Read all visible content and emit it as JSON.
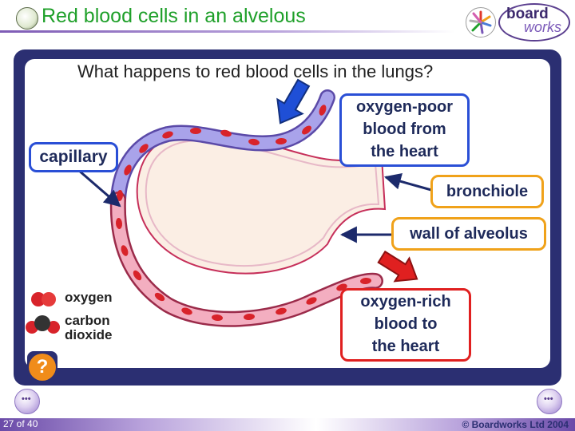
{
  "header": {
    "title": "Red blood cells in an alvelous",
    "logo_word_top": "board",
    "logo_word_bottom": "works"
  },
  "question": "What happens to red blood cells in the lungs?",
  "labels": {
    "capillary": "capillary",
    "oxygen_poor": [
      "oxygen-poor",
      "blood from",
      "the heart"
    ],
    "bronchiole": "bronchiole",
    "wall": "wall of alveolus",
    "oxygen_rich": [
      "oxygen-rich",
      "blood to",
      "the heart"
    ]
  },
  "legend": {
    "oxygen": "oxygen",
    "carbon_dioxide": [
      "carbon",
      "dioxide"
    ]
  },
  "help_button": "?",
  "footer": {
    "page": "27 of 40",
    "copyright": "© Boardworks Ltd 2004"
  },
  "colors": {
    "title_green": "#1fa02a",
    "panel_navy": "#2b2f72",
    "label_blue": "#2a4fd6",
    "label_orange": "#f0a21a",
    "label_red": "#e02020",
    "blood_cell": "#d8232a"
  }
}
